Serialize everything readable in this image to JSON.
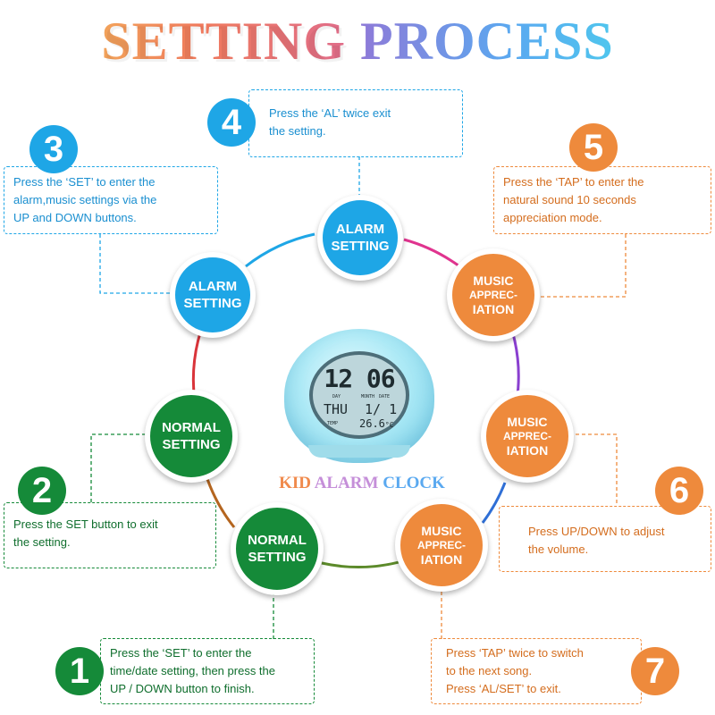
{
  "title": {
    "part1": "SETTING",
    "part2": "PROCESS"
  },
  "center_label": {
    "part1": "KID",
    "part2": "ALARM",
    "part3": "CLOCK"
  },
  "clock_display": {
    "time": "12 06",
    "day_label": "DAY",
    "month_label": "MONTH",
    "date_label": "DATE",
    "day": "THU",
    "date": "1/ 1",
    "temp_label": "TEMP",
    "temp": "26.6",
    "temp_unit": "°C"
  },
  "circles": {
    "alarm_top": [
      "ALARM",
      "SETTING"
    ],
    "alarm_left": [
      "ALARM",
      "SETTING"
    ],
    "normal_left": [
      "NORMAL",
      "SETTING"
    ],
    "normal_bottom": [
      "NORMAL",
      "SETTING"
    ],
    "music_1": [
      "MUSIC",
      "APPREC-",
      "IATION"
    ],
    "music_2": [
      "MUSIC",
      "APPREC-",
      "IATION"
    ],
    "music_3": [
      "MUSIC",
      "APPREC-",
      "IATION"
    ]
  },
  "steps": [
    {
      "number": "1",
      "lines": [
        "Press the ‘SET’ to enter the",
        "time/date setting, then press the",
        "UP / DOWN button to finish."
      ]
    },
    {
      "number": "2",
      "lines": [
        "Press the SET button to exit",
        "the setting."
      ]
    },
    {
      "number": "3",
      "lines": [
        "Press the ‘SET’ to enter the",
        "alarm,music settings via the",
        "UP and DOWN buttons."
      ]
    },
    {
      "number": "4",
      "lines": [
        "Press the ‘AL’ twice exit",
        "the setting."
      ]
    },
    {
      "number": "5",
      "lines": [
        "Press the ‘TAP’ to enter the",
        "natural sound 10 seconds",
        "appreciation mode."
      ]
    },
    {
      "number": "6",
      "lines": [
        "Press UP/DOWN to adjust",
        "the volume."
      ]
    },
    {
      "number": "7",
      "lines": [
        "Press ‘TAP’ twice to switch",
        "to the next song.",
        "Press ‘AL/SET’ to exit."
      ]
    }
  ],
  "colors": {
    "blue": "#1ea6e6",
    "green": "#158a39",
    "orange": "#ee8a3c",
    "ring_pink": "#e0348f",
    "ring_purple": "#8a3fd0",
    "ring_red": "#d9343a",
    "ring_olive": "#5c8a2a"
  }
}
